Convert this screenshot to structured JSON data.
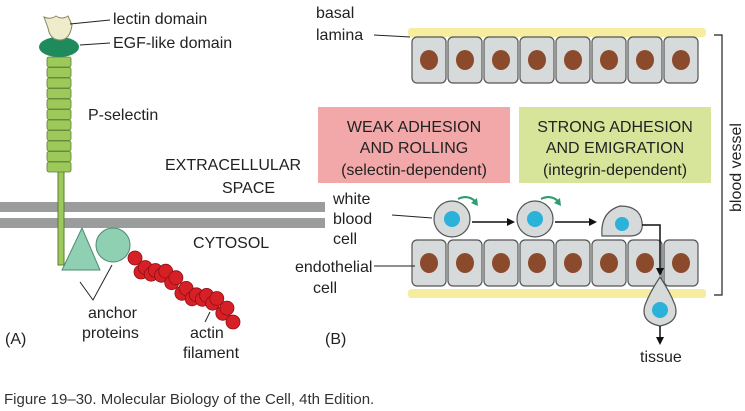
{
  "panel_a": {
    "panel_label": "(A)",
    "lectin_label": "lectin domain",
    "egf_label": "EGF-like domain",
    "selectin_label": "P-selectin",
    "extracellular_line1": "EXTRACELLULAR",
    "extracellular_line2": "SPACE",
    "cytosol_label": "CYTOSOL",
    "anchor_line1": "anchor",
    "anchor_line2": "proteins",
    "actin_line1": "actin",
    "actin_line2": "filament"
  },
  "panel_b": {
    "panel_label": "(B)",
    "basal_line1": "basal",
    "basal_line2": "lamina",
    "weak_line1": "WEAK ADHESION",
    "weak_line2": "AND ROLLING",
    "weak_line3": "(selectin-dependent)",
    "strong_line1": "STRONG ADHESION",
    "strong_line2": "AND EMIGRATION",
    "strong_line3": "(integrin-dependent)",
    "wbc_line1": "white",
    "wbc_line2": "blood",
    "wbc_line3": "cell",
    "endo_line1": "endothelial",
    "endo_line2": "cell",
    "vessel_label": "blood vessel",
    "tissue_label": "tissue"
  },
  "caption": "Figure 19–30. Molecular Biology of the Cell, 4th Edition.",
  "colors": {
    "selectin_green": "#9cc95a",
    "egf_green": "#1f8a5b",
    "lectin_cream": "#efeccb",
    "membrane_gray": "#9a9d9c",
    "anchor_teal": "#8fcfb2",
    "actin_red": "#d71f26",
    "cell_gray": "#d7dadb",
    "nucleus_brown": "#8b4a2b",
    "lamina_yellow": "#f6eda0",
    "weak_pink": "#f2a8a8",
    "strong_green": "#d6e59a",
    "wbc_nucleus": "#2ab2d8",
    "arrow_green": "#2c9d6e"
  }
}
